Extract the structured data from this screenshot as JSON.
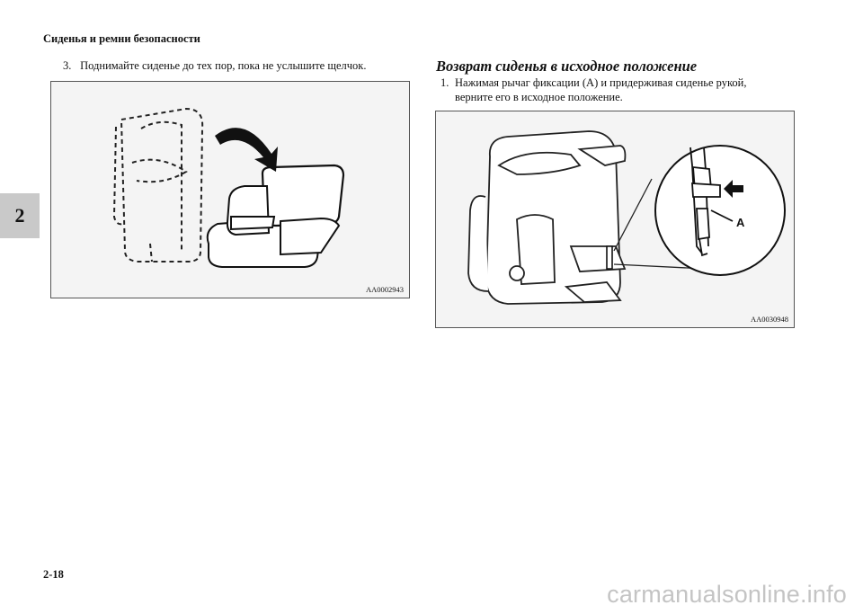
{
  "header": {
    "title": "Сиденья и ремни безопасности"
  },
  "section_tab": {
    "label": "2"
  },
  "left": {
    "step_number": "3.",
    "step_text": "Поднимайте сиденье до тех пор, пока не услышите щелчок.",
    "figure_code": "AA0002943"
  },
  "right": {
    "title": "Возврат сиденья в исходное положение",
    "step_number": "1.",
    "step_line1": "Нажимая рычаг фиксации (A) и придерживая сиденье рукой,",
    "step_line2": "верните его в исходное положение.",
    "figure_code": "AA0030948",
    "callout_label": "A"
  },
  "footer": {
    "page_number": "2-18",
    "watermark": "carmanualsonline.info"
  }
}
